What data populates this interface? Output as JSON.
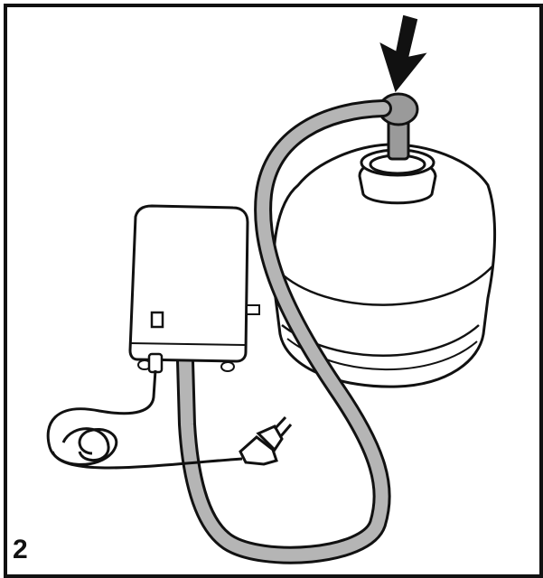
{
  "figure": {
    "step_number": "2",
    "colors": {
      "outline": "#111111",
      "tube": "#b5b5b5",
      "cap": "#9a9a9a",
      "bottle": "#ffffff"
    },
    "parts": [
      "water-bottle",
      "pump-unit",
      "water-tube",
      "power-cord",
      "power-plug",
      "push-down-arrow"
    ]
  }
}
